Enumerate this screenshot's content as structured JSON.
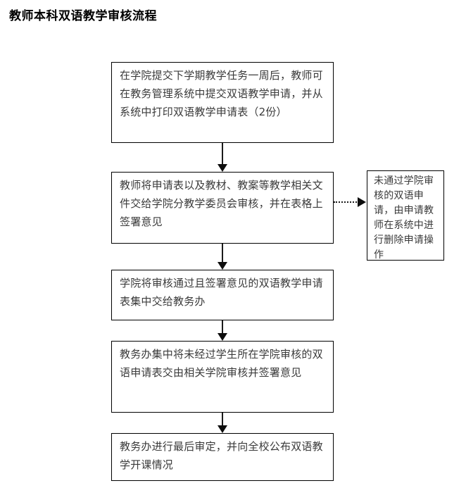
{
  "page": {
    "title": "教师本科双语教学审核流程"
  },
  "chart_data": {
    "type": "diagram",
    "diagram_kind": "flowchart",
    "orientation": "top-to-bottom",
    "title": "教师本科双语教学审核流程",
    "nodes": [
      {
        "id": "step1",
        "shape": "rectangle",
        "text": "在学院提交下学期教学任务一周后，教师可在教务管理系统中提交双语教学申请，并从系统中打印双语教学申请表（2份）"
      },
      {
        "id": "step2",
        "shape": "rectangle",
        "text": "教师将申请表以及教材、教案等教学相关文件交给学院分教学委员会审核，并在表格上签署意见"
      },
      {
        "id": "step3",
        "shape": "rectangle",
        "text": "学院将审核通过且签署意见的双语教学申请表集中交给教务办"
      },
      {
        "id": "step4",
        "shape": "rectangle",
        "text": "教务办集中将未经过学生所在学院审核的双语申请表交由相关学院审核并签署意见"
      },
      {
        "id": "step5",
        "shape": "rectangle",
        "text": "教务办进行最后审定，并向全校公布双语教学开课情况"
      },
      {
        "id": "note-rejected",
        "shape": "rectangle",
        "text": "未通过学院审核的双语申请，由申请教师在系统中进行删除申请操作"
      }
    ],
    "edges": [
      {
        "from": "step1",
        "to": "step2",
        "style": "solid",
        "arrow": "down"
      },
      {
        "from": "step2",
        "to": "step3",
        "style": "solid",
        "arrow": "down"
      },
      {
        "from": "step3",
        "to": "step4",
        "style": "solid",
        "arrow": "down"
      },
      {
        "from": "step4",
        "to": "step5",
        "style": "solid",
        "arrow": "down"
      },
      {
        "from": "step2",
        "to": "note-rejected",
        "style": "dotted",
        "arrow": "right"
      }
    ],
    "colors": {
      "border": "#000000",
      "box_fill": "#ffffff",
      "text": "#3a3a3a",
      "title_text": "#000000",
      "connector": "#1a1a1a"
    }
  }
}
